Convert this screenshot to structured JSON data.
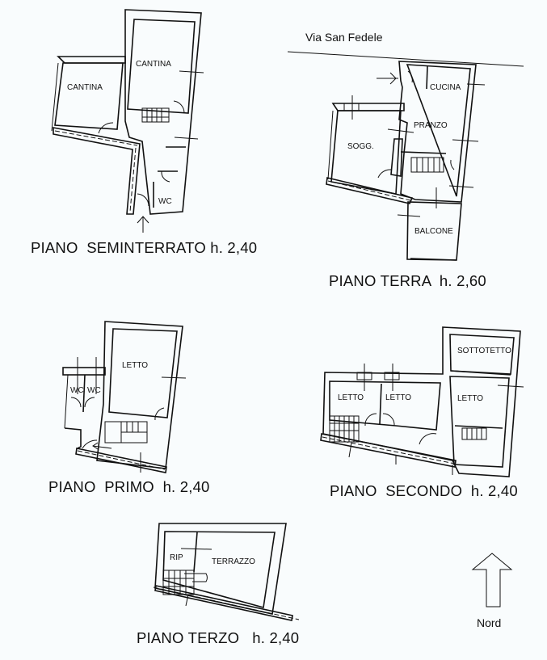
{
  "street": {
    "label": "Via San Fedele"
  },
  "floors": [
    {
      "id": "seminterrato",
      "title": "PIANO  SEMINTERRATO h. 2,40",
      "rooms": [
        "CANTINA",
        "CANTINA",
        "WC"
      ]
    },
    {
      "id": "terra",
      "title": "PIANO TERRA  h. 2,60",
      "rooms": [
        "CUCINA",
        "PRANZO",
        "SOGG.",
        "BALCONE"
      ]
    },
    {
      "id": "primo",
      "title": "PIANO  PRIMO  h. 2,40",
      "rooms": [
        "LETTO",
        "WC",
        "WC"
      ]
    },
    {
      "id": "secondo",
      "title": "PIANO  SECONDO  h. 2,40",
      "rooms": [
        "SOTTOTETTO",
        "LETTO",
        "LETTO",
        "LETTO"
      ]
    },
    {
      "id": "terzo",
      "title": "PIANO TERZO   h. 2,40",
      "rooms": [
        "RIP",
        "TERRAZZO"
      ]
    }
  ],
  "compass": {
    "icon": "north-arrow-icon",
    "label": "Nord"
  },
  "colors": {
    "background": "#f9fcfd",
    "lines": "#111111"
  }
}
